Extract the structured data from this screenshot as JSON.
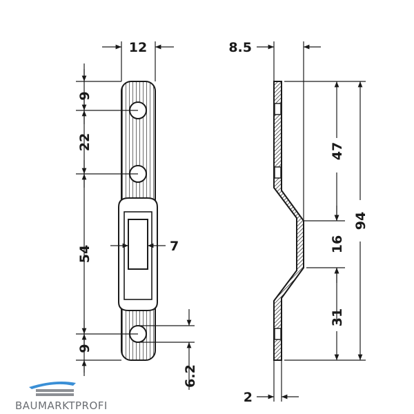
{
  "dimensions": {
    "width": "12",
    "hole_top": "9",
    "hole_spacing": "22",
    "slot_height": "54",
    "slot_width": "7",
    "hole_bottom": "9",
    "hole_dia": "6.2",
    "depth": "8.5",
    "upper_length": "47",
    "offset": "16",
    "total_length": "94",
    "lower_length": "31",
    "thickness": "2"
  },
  "brand": {
    "name": "BAUMARKTPROFI",
    "logo_colors": [
      "#3a8fd6",
      "#8c8f94"
    ]
  }
}
